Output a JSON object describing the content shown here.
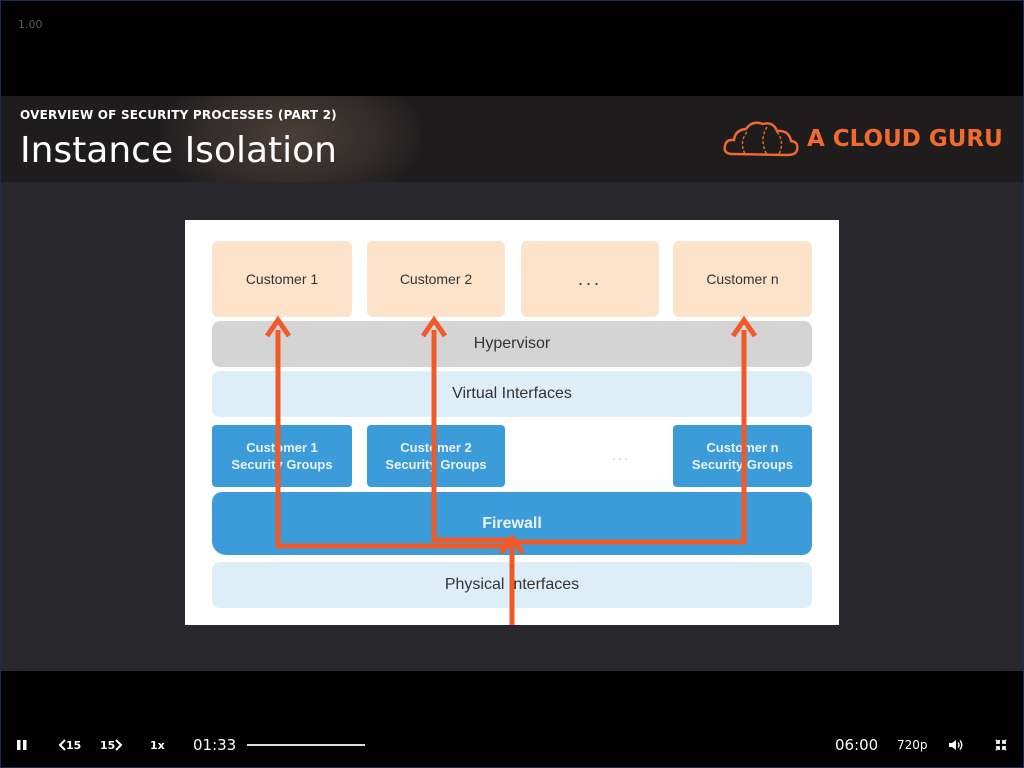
{
  "player": {
    "version_label": "1.00",
    "current_time": "01:33",
    "duration": "06:00",
    "speed": "1x",
    "quality": "720p",
    "rewind_label": "15",
    "forward_label": "15",
    "progress": 0.258,
    "icons": [
      "pause-icon",
      "rewind-15-icon",
      "forward-15-icon",
      "volume-icon",
      "exit-fullscreen-icon"
    ]
  },
  "slide": {
    "kicker": "OVERVIEW OF SECURITY PROCESSES (PART 2)",
    "title": "Instance Isolation",
    "brand": "A CLOUD GURU",
    "brand_color": "#f36a2e"
  },
  "diagram": {
    "customers": [
      "Customer 1",
      "Customer 2",
      "...",
      "Customer n"
    ],
    "hypervisor": "Hypervisor",
    "virtual_interfaces": "Virtual Interfaces",
    "security_groups": [
      {
        "line1": "Customer 1",
        "line2": "Security Groups"
      },
      {
        "line1": "Customer 2",
        "line2": "Security Groups"
      },
      {
        "line1": "Customer  n",
        "line2": "Security Groups"
      }
    ],
    "sg_ellipsis": "...",
    "firewall": "Firewall",
    "physical_interfaces": "Physical    Interfaces",
    "colors": {
      "customer": "#fde3c9",
      "hypervisor": "#d4d4d4",
      "interfaces": "#ddeef8",
      "security": "#3c9bd9",
      "arrow": "#f05a28"
    }
  }
}
